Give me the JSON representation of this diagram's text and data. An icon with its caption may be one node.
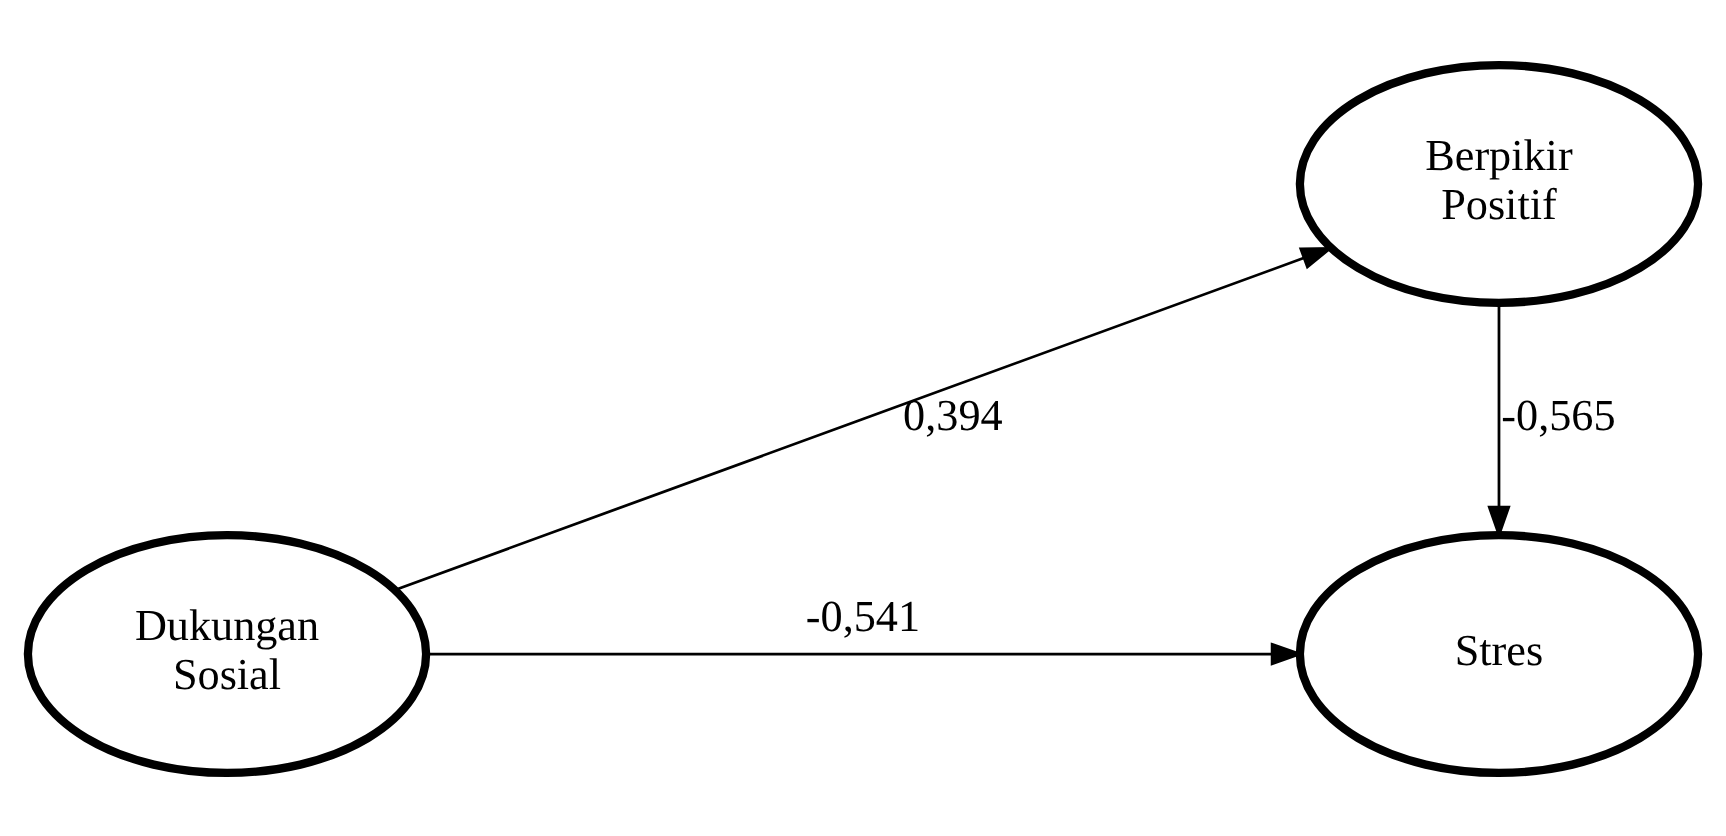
{
  "diagram": {
    "nodes": [
      {
        "text": [
          "Dukungan Sosial"
        ]
      },
      {
        "text": [
          "Berpikir Positif"
        ]
      },
      {
        "text": [
          "Stres"
        ]
      }
    ],
    "edges": [
      {
        "from": 0,
        "to": 1,
        "arrow": "to",
        "label": "0,394"
      },
      {
        "from": 1,
        "to": 2,
        "arrow": "to",
        "label": "-0,565"
      },
      {
        "from": 0,
        "to": 2,
        "arrow": "to",
        "label": "-0,541"
      }
    ]
  }
}
